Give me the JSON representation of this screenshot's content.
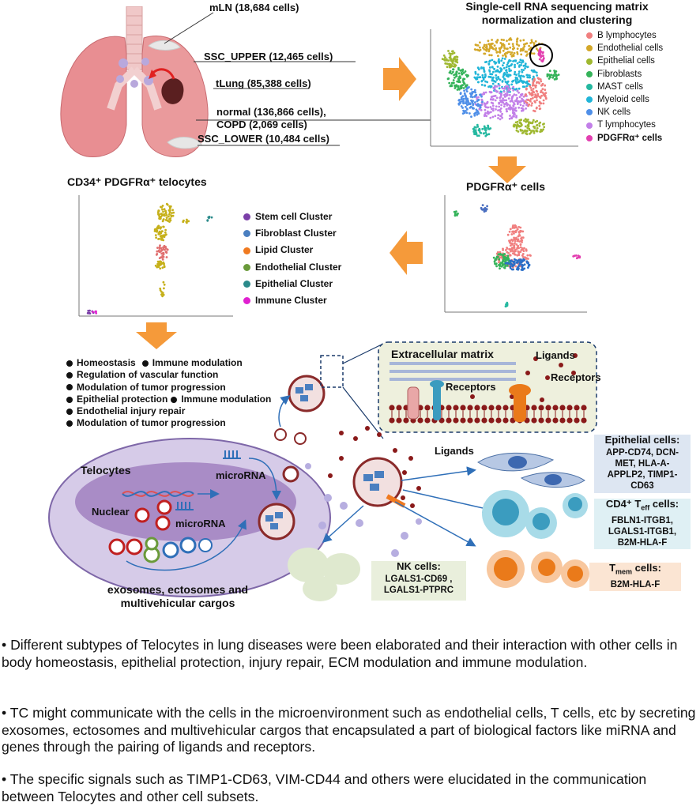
{
  "lung_section": {
    "labels": {
      "mLN": "mLN (18,684 cells)",
      "ssc_upper": "SSC_UPPER (12,465 cells)",
      "tlung": "tLung (85,388 cells)",
      "normal": "normal (136,866 cells),",
      "copd": "COPD (2,069 cells)",
      "ssc_lower": "SSC_LOWER (10,484 cells)"
    }
  },
  "scrnaseq": {
    "title_line1": "Single-cell RNA sequencing matrix",
    "title_line2": "normalization and clustering",
    "legend": [
      {
        "label": "B lymphocytes",
        "color": "#f07f7f"
      },
      {
        "label": "Endothelial cells",
        "color": "#d4a82a"
      },
      {
        "label": "Epithelial cells",
        "color": "#9fb830"
      },
      {
        "label": "Fibroblasts",
        "color": "#35b35a"
      },
      {
        "label": "MAST cells",
        "color": "#25b8a0"
      },
      {
        "label": "Myeloid cells",
        "color": "#21b5d8"
      },
      {
        "label": "NK cells",
        "color": "#4f8fe8"
      },
      {
        "label": "T lymphocytes",
        "color": "#c27fe8"
      },
      {
        "label": "PDGFRα⁺ cells",
        "color": "#e33fb0"
      }
    ]
  },
  "pdgfra_cells": {
    "title": "PDGFRα⁺ cells"
  },
  "telocytes_plot": {
    "title": "CD34⁺ PDGFRα⁺  telocytes",
    "legend": [
      {
        "label": "Stem cell Cluster",
        "color": "#7b3fa8"
      },
      {
        "label": "Fibroblast Cluster",
        "color": "#4a7fc0"
      },
      {
        "label": "Lipid Cluster",
        "color": "#f07a20"
      },
      {
        "label": "Endothelial Cluster",
        "color": "#6a9a3a"
      },
      {
        "label": "Epithelial Cluster",
        "color": "#2a8a8a"
      },
      {
        "label": "Immune Cluster",
        "color": "#e020d0"
      }
    ]
  },
  "functions": [
    {
      "a": "Homeostasis",
      "b": "Immune modulation"
    },
    {
      "a": "Regulation of vascular function",
      "b": ""
    },
    {
      "a": "Modulation of tumor progression",
      "b": ""
    },
    {
      "a": "Epithelial protection",
      "b": "Immune modulation"
    },
    {
      "a": "Endothelial injury repair",
      "b": ""
    },
    {
      "a": "Modulation of tumor progression",
      "b": ""
    }
  ],
  "ecm_inset": {
    "title": "Extracellular  matrix",
    "ligands": "Ligands",
    "receptors1": "Receptors",
    "receptors2": "Receptors"
  },
  "cell": {
    "telocytes": "Telocytes",
    "nuclear": "Nuclear",
    "microrna_inner": "microRNA",
    "microrna_outer": "microRNA",
    "exosomes_line1": "exosomes, ectosomes and",
    "exosomes_line2": "multivehicular cargos",
    "ligands": "Ligands"
  },
  "target_boxes": {
    "epithelial": {
      "title": "Epithelial cells:",
      "lines": [
        "APP-CD74, DCN-",
        "MET, HLA-A-",
        "APPLP2, TIMP1-",
        "CD63"
      ],
      "bg": "#dde6f2"
    },
    "cd4": {
      "title": "CD4⁺ T",
      "sub": "eff",
      "title_end": " cells:",
      "lines": [
        "FBLN1-ITGB1,",
        "LGALS1-ITGB1,",
        "B2M-HLA-F"
      ],
      "bg": "#dff0f4"
    },
    "tmem": {
      "title": "T",
      "sub": "mem",
      "title_end": " cells:",
      "lines": [
        "B2M-HLA-F"
      ],
      "bg": "#fbe5d3"
    },
    "nk": {
      "title": "NK cells:",
      "lines": [
        "LGALS1-CD69   ,",
        "LGALS1-PTPRC"
      ],
      "bg": "#e9efdc"
    }
  },
  "summary": [
    "Different subtypes of Telocytes in lung diseases were been elaborated and their interaction with other cells in body homeostasis, epithelial protection, injury repair, ECM modulation and immune modulation.",
    "TC might communicate with the cells in the microenvironment such as endothelial cells, T cells, etc by secreting exosomes, ectosomes and multivehicular cargos that encapsulated a part of biological factors like miRNA and genes through the pairing of ligands and receptors.",
    "The specific signals such as TIMP1-CD63, VIM-CD44 and others were elucidated in the communication between Telocytes and other cell subsets."
  ]
}
